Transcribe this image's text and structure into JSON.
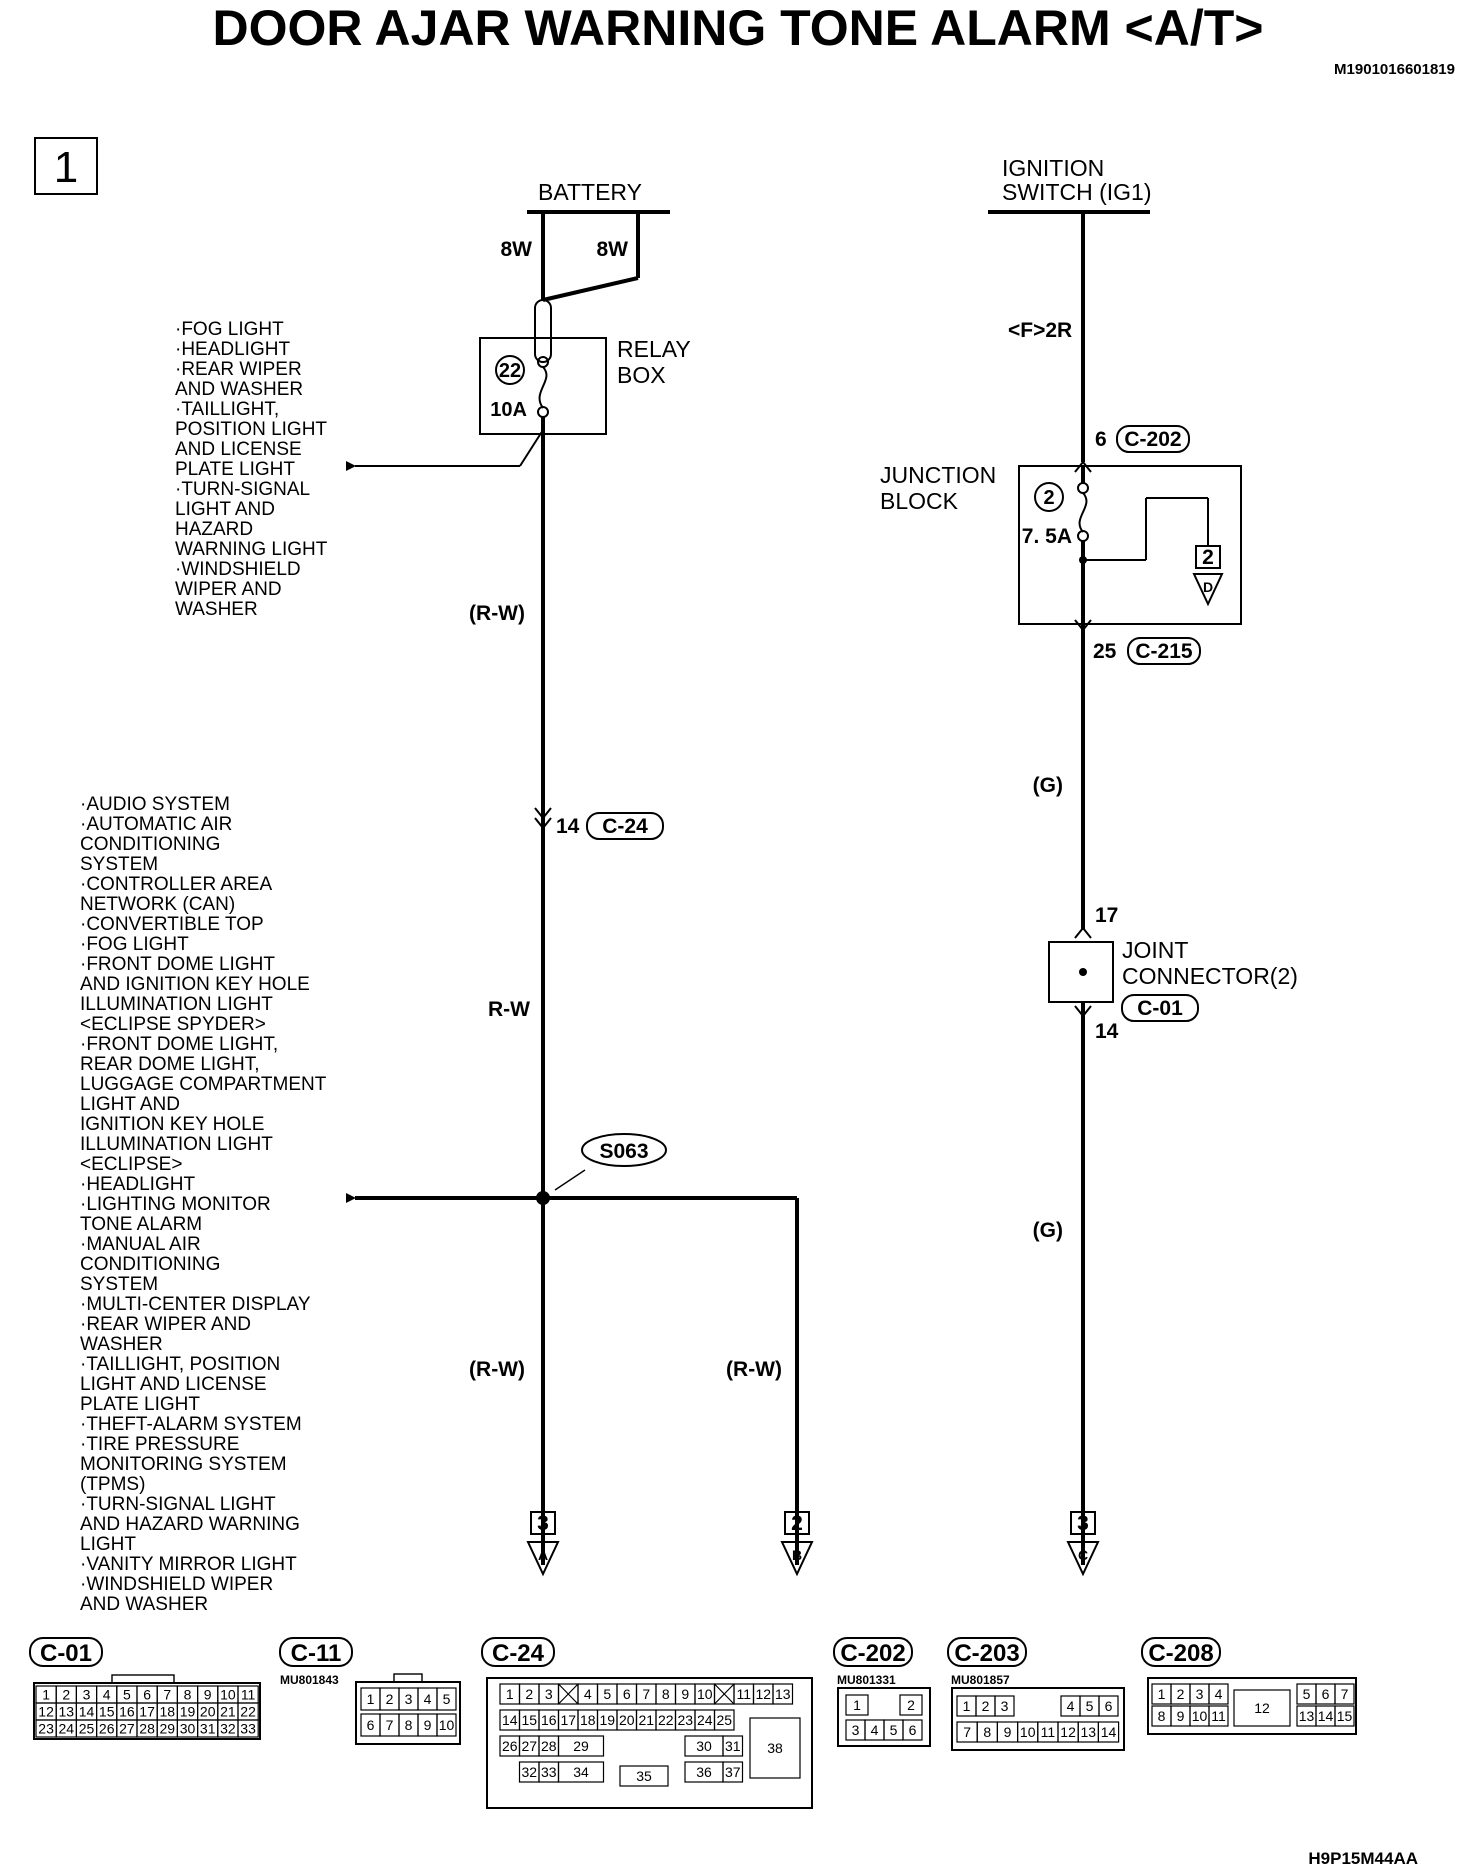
{
  "title": "DOOR AJAR WARNING TONE ALARM <A/T>",
  "doc_code": "M1901016601819",
  "page_number": "1",
  "footer_code": "H9P15M44AA",
  "battery": {
    "label": "BATTERY",
    "wire_left": "8W",
    "wire_right": "8W"
  },
  "relay_box": {
    "label_line1": "RELAY",
    "label_line2": "BOX",
    "fuse_number": "22",
    "fuse_rating": "10A"
  },
  "left_upper_list": [
    "·FOG LIGHT",
    "·HEADLIGHT",
    "·REAR WIPER",
    " AND WASHER",
    "·TAILLIGHT,",
    " POSITION LIGHT",
    " AND LICENSE",
    " PLATE LIGHT",
    "·TURN-SIGNAL",
    " LIGHT AND",
    " HAZARD",
    " WARNING LIGHT",
    "·WINDSHIELD",
    " WIPER AND",
    " WASHER"
  ],
  "left_lower_list": [
    "·AUDIO SYSTEM",
    "·AUTOMATIC AIR",
    " CONDITIONING",
    " SYSTEM",
    "·CONTROLLER AREA",
    " NETWORK (CAN)",
    "·CONVERTIBLE TOP",
    "·FOG LIGHT",
    "·FRONT DOME LIGHT",
    " AND IGNITION KEY HOLE",
    " ILLUMINATION LIGHT",
    " <ECLIPSE SPYDER>",
    "·FRONT DOME LIGHT,",
    " REAR DOME LIGHT,",
    " LUGGAGE COMPARTMENT",
    " LIGHT AND",
    " IGNITION KEY HOLE",
    " ILLUMINATION LIGHT",
    " <ECLIPSE>",
    "·HEADLIGHT",
    "·LIGHTING MONITOR",
    " TONE ALARM",
    "·MANUAL AIR",
    " CONDITIONING",
    " SYSTEM",
    "·MULTI-CENTER DISPLAY",
    "·REAR WIPER AND",
    " WASHER",
    "·TAILLIGHT, POSITION",
    " LIGHT AND LICENSE",
    " PLATE LIGHT",
    "·THEFT-ALARM SYSTEM",
    "·TIRE PRESSURE",
    " MONITORING SYSTEM",
    " (TPMS)",
    "·TURN-SIGNAL LIGHT",
    " AND HAZARD WARNING",
    " LIGHT",
    "·VANITY MIRROR LIGHT",
    "·WINDSHIELD WIPER",
    " AND WASHER"
  ],
  "wires": {
    "rw_paren": "(R-W)",
    "rw_plain": "R-W",
    "g_paren": "(G)",
    "f2r": "<F>2R"
  },
  "splice": {
    "label": "S063"
  },
  "c24_entry": {
    "pin": "14",
    "connector": "C-24"
  },
  "ignition": {
    "line1": "IGNITION",
    "line2": "SWITCH (IG1)"
  },
  "junction_block": {
    "line1": "JUNCTION",
    "line2": "BLOCK",
    "in_pin": "6",
    "in_connector": "C-202",
    "fuse_number": "2",
    "fuse_rating": "7. 5A",
    "out_pin": "25",
    "out_connector": "C-215",
    "ref_page": "2",
    "ref_letter": "D"
  },
  "joint_connector": {
    "line1": "JOINT",
    "line2": "CONNECTOR(2)",
    "connector": "C-01",
    "pin_in": "17",
    "pin_out": "14"
  },
  "continuations": [
    {
      "page": "3",
      "letter": "A"
    },
    {
      "page": "2",
      "letter": "B"
    },
    {
      "page": "3",
      "letter": "C"
    }
  ],
  "connectors": {
    "c01": {
      "label": "C-01",
      "rows": [
        [
          "1",
          "2",
          "3",
          "4",
          "5",
          "6",
          "7",
          "8",
          "9",
          "10",
          "11"
        ],
        [
          "12",
          "13",
          "14",
          "15",
          "16",
          "17",
          "18",
          "19",
          "20",
          "21",
          "22"
        ],
        [
          "23",
          "24",
          "25",
          "26",
          "27",
          "28",
          "29",
          "30",
          "31",
          "32",
          "33"
        ]
      ]
    },
    "c11": {
      "label": "C-11",
      "part": "MU801843",
      "rows": [
        [
          "1",
          "2",
          "3",
          "4",
          "5"
        ],
        [
          "6",
          "7",
          "8",
          "9",
          "10"
        ]
      ]
    },
    "c24": {
      "label": "C-24",
      "row1": [
        "1",
        "2",
        "3",
        "",
        "4",
        "5",
        "6",
        "7",
        "8",
        "9",
        "10",
        "",
        "11",
        "12",
        "13"
      ],
      "row2": [
        "14",
        "15",
        "16",
        "17",
        "18",
        "19",
        "20",
        "21",
        "22",
        "23",
        "24",
        "25"
      ],
      "row3": [
        "26",
        "27",
        "28",
        "29",
        "30",
        "31"
      ],
      "row4": [
        "32",
        "33",
        "34",
        "35",
        "36",
        "37"
      ],
      "big": "38"
    },
    "c202": {
      "label": "C-202",
      "part": "MU801331",
      "top": [
        "1",
        "2"
      ],
      "bottom": [
        "3",
        "4",
        "5",
        "6"
      ]
    },
    "c203": {
      "label": "C-203",
      "part": "MU801857",
      "top_left": [
        "1",
        "2",
        "3"
      ],
      "top_right": [
        "4",
        "5",
        "6"
      ],
      "bottom": [
        "7",
        "8",
        "9",
        "10",
        "11",
        "12",
        "13",
        "14"
      ]
    },
    "c208": {
      "label": "C-208",
      "top_left": [
        "1",
        "2",
        "3",
        "4"
      ],
      "top_right": [
        "5",
        "6",
        "7"
      ],
      "bottom_left": [
        "8",
        "9",
        "10",
        "11"
      ],
      "center": "12",
      "bottom_right": [
        "13",
        "14",
        "15"
      ]
    }
  }
}
